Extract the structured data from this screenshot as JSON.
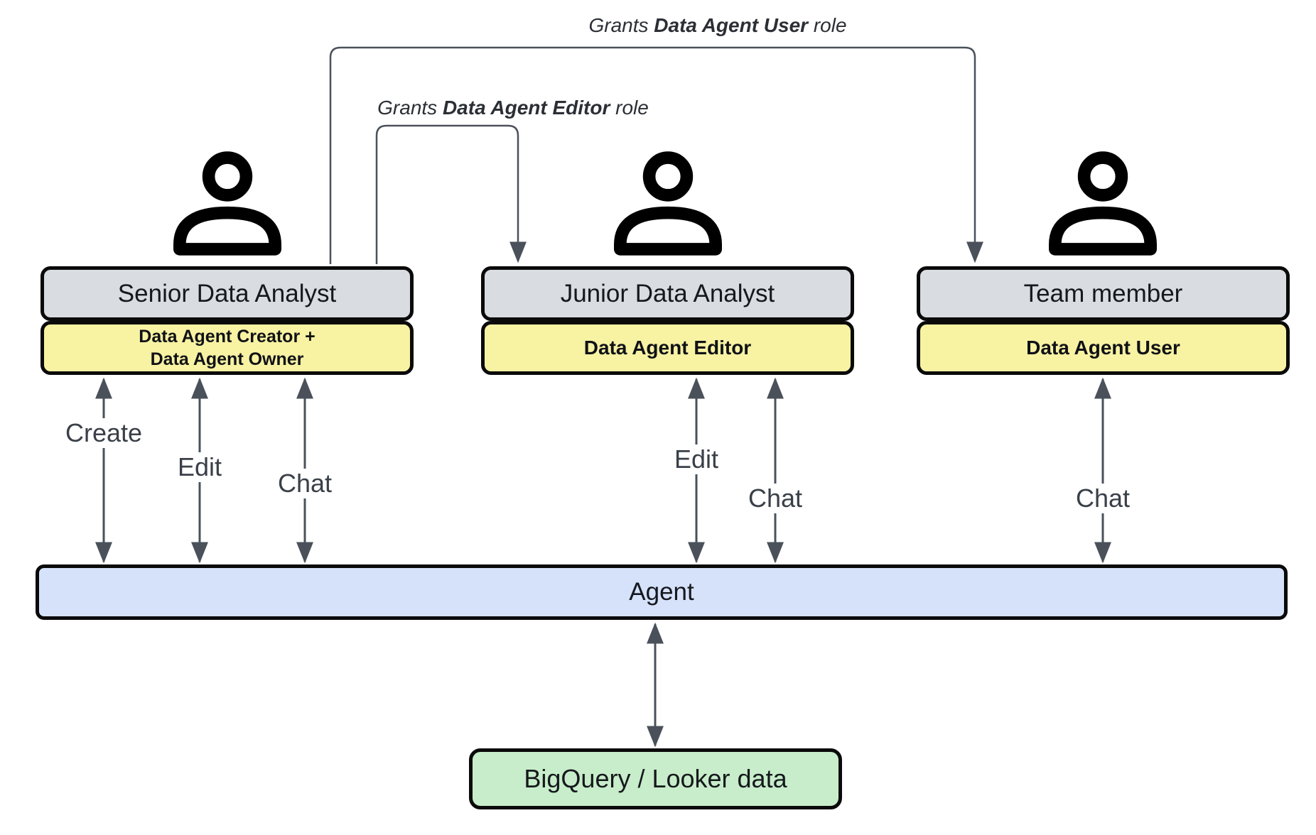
{
  "colors": {
    "box-gray": "#d9dce1",
    "box-yellow": "#f8f2a3",
    "box-blue": "#d6e2fa",
    "box-green": "#c8edca",
    "border": "#0a0a0a",
    "connector": "#4a515b"
  },
  "annotations": {
    "grants_user": {
      "prefix": "Grants ",
      "bold": "Data Agent User",
      "suffix": " role"
    },
    "grants_editor": {
      "prefix": "Grants ",
      "bold": "Data Agent Editor",
      "suffix": " role"
    }
  },
  "personas": [
    {
      "title": "Senior Data Analyst",
      "role_line1": "Data Agent Creator +",
      "role_line2": "Data Agent Owner",
      "actions": [
        "Create",
        "Edit",
        "Chat"
      ]
    },
    {
      "title": "Junior Data Analyst",
      "role": "Data Agent Editor",
      "actions": [
        "Edit",
        "Chat"
      ]
    },
    {
      "title": "Team member",
      "role": "Data Agent User",
      "actions": [
        "Chat"
      ]
    }
  ],
  "agent": {
    "label": "Agent"
  },
  "datastore": {
    "label": "BigQuery / Looker data"
  }
}
